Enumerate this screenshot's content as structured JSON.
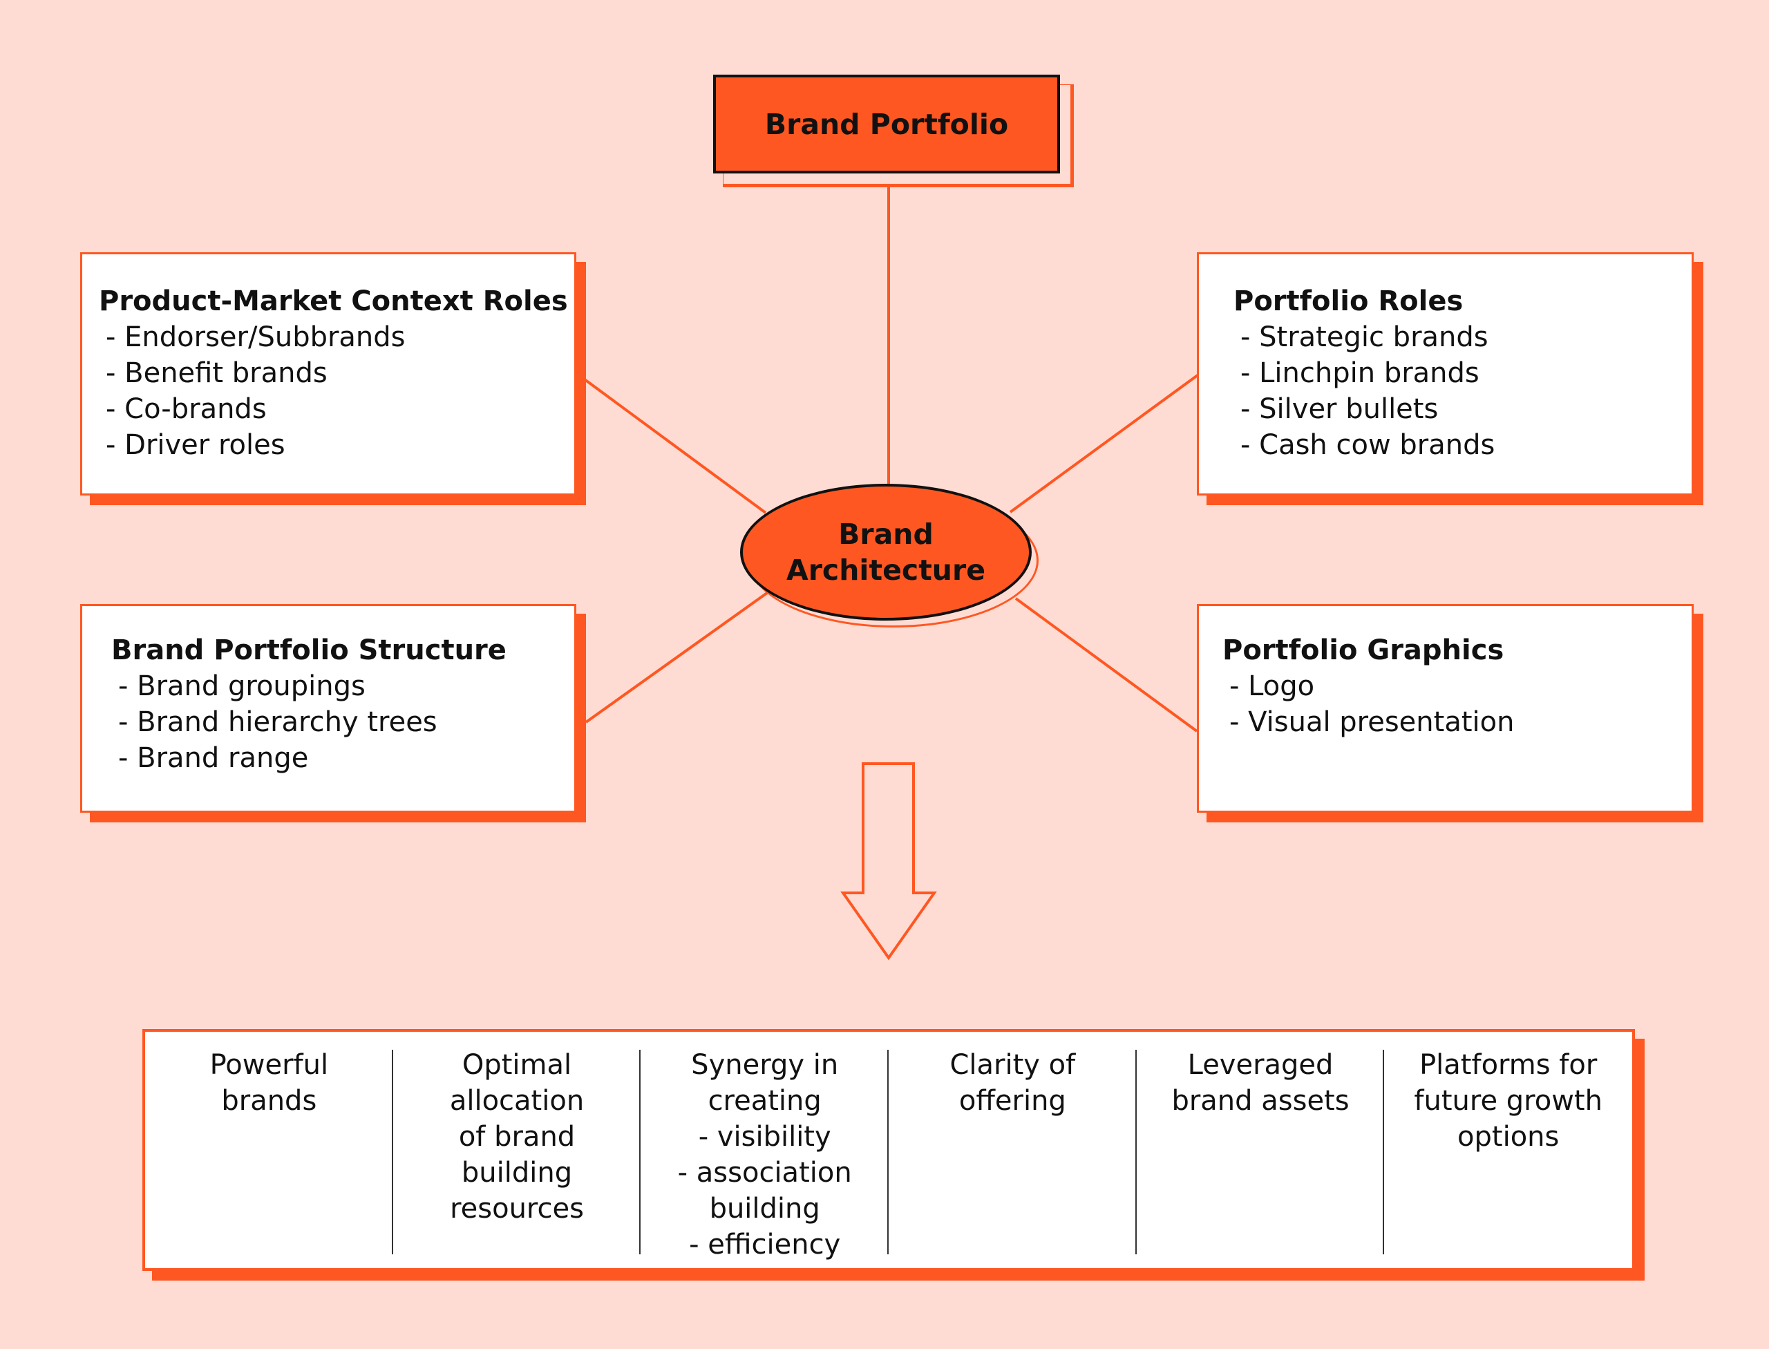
{
  "top": {
    "label": "Brand Portfolio"
  },
  "center": {
    "lines": [
      "Brand",
      "Architecture"
    ]
  },
  "boxes": {
    "product_market": {
      "title": "Product-Market Context Roles",
      "items": [
        "- Endorser/Subbrands",
        "- Benefit brands",
        "- Co-brands",
        "- Driver roles"
      ]
    },
    "portfolio_roles": {
      "title": "Portfolio Roles",
      "items": [
        "- Strategic brands",
        "- Linchpin brands",
        "- Silver bullets",
        "- Cash cow brands"
      ]
    },
    "portfolio_structure": {
      "title": "Brand Portfolio Structure",
      "items": [
        "- Brand groupings",
        "- Brand hierarchy trees",
        "- Brand range"
      ]
    },
    "portfolio_graphics": {
      "title": "Portfolio Graphics",
      "items": [
        "- Logo",
        "- Visual presentation"
      ]
    }
  },
  "outcomes": [
    {
      "lines": [
        "Powerful",
        "brands"
      ]
    },
    {
      "lines": [
        "Optimal",
        "allocation",
        "of brand",
        "building",
        "resources"
      ]
    },
    {
      "lines": [
        "Synergy in",
        "creating",
        "- visibility",
        "- association",
        "building",
        "- efficiency"
      ]
    },
    {
      "lines": [
        "Clarity of",
        "offering"
      ]
    },
    {
      "lines": [
        "Leveraged",
        "brand assets"
      ]
    },
    {
      "lines": [
        "Platforms for",
        "future growth",
        "options"
      ]
    }
  ],
  "colors": {
    "accent": "#ff5722",
    "background": "#ffdcd3",
    "text": "#111111"
  }
}
